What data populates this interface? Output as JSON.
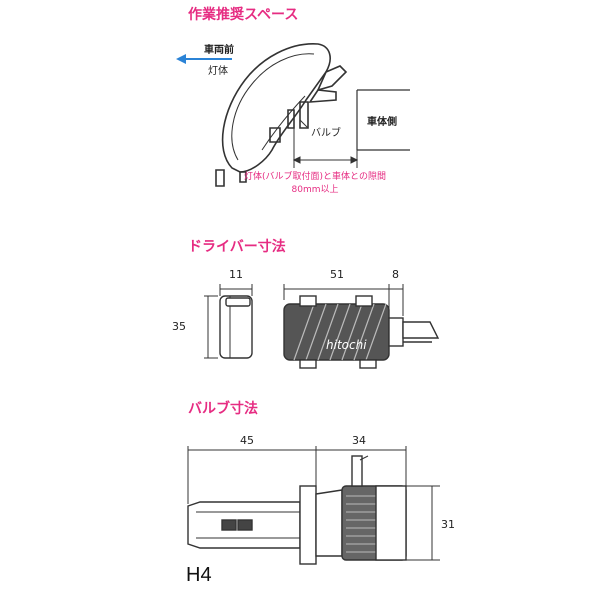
{
  "sections": {
    "workspace_heading": "作業推奨スペース",
    "driver_heading": "ドライバー寸法",
    "bulb_heading": "バルブ寸法"
  },
  "workspace": {
    "front_label": "車両前",
    "lamp_label": "灯体",
    "bulb_label": "バルブ",
    "body_side_label": "車体側",
    "clearance_note_line1": "灯体(バルブ取付面)と車体との隙間",
    "clearance_note_line2": "80mm以上"
  },
  "driver": {
    "width_side": "11",
    "height": "35",
    "length": "51",
    "connector": "8",
    "watermark": "hitochi"
  },
  "bulb": {
    "length_front": "45",
    "length_back": "34",
    "diameter": "31",
    "model": "H4"
  },
  "colors": {
    "heading": "#e62c82",
    "arrow": "#2b83d6",
    "note": "#e62c82"
  }
}
